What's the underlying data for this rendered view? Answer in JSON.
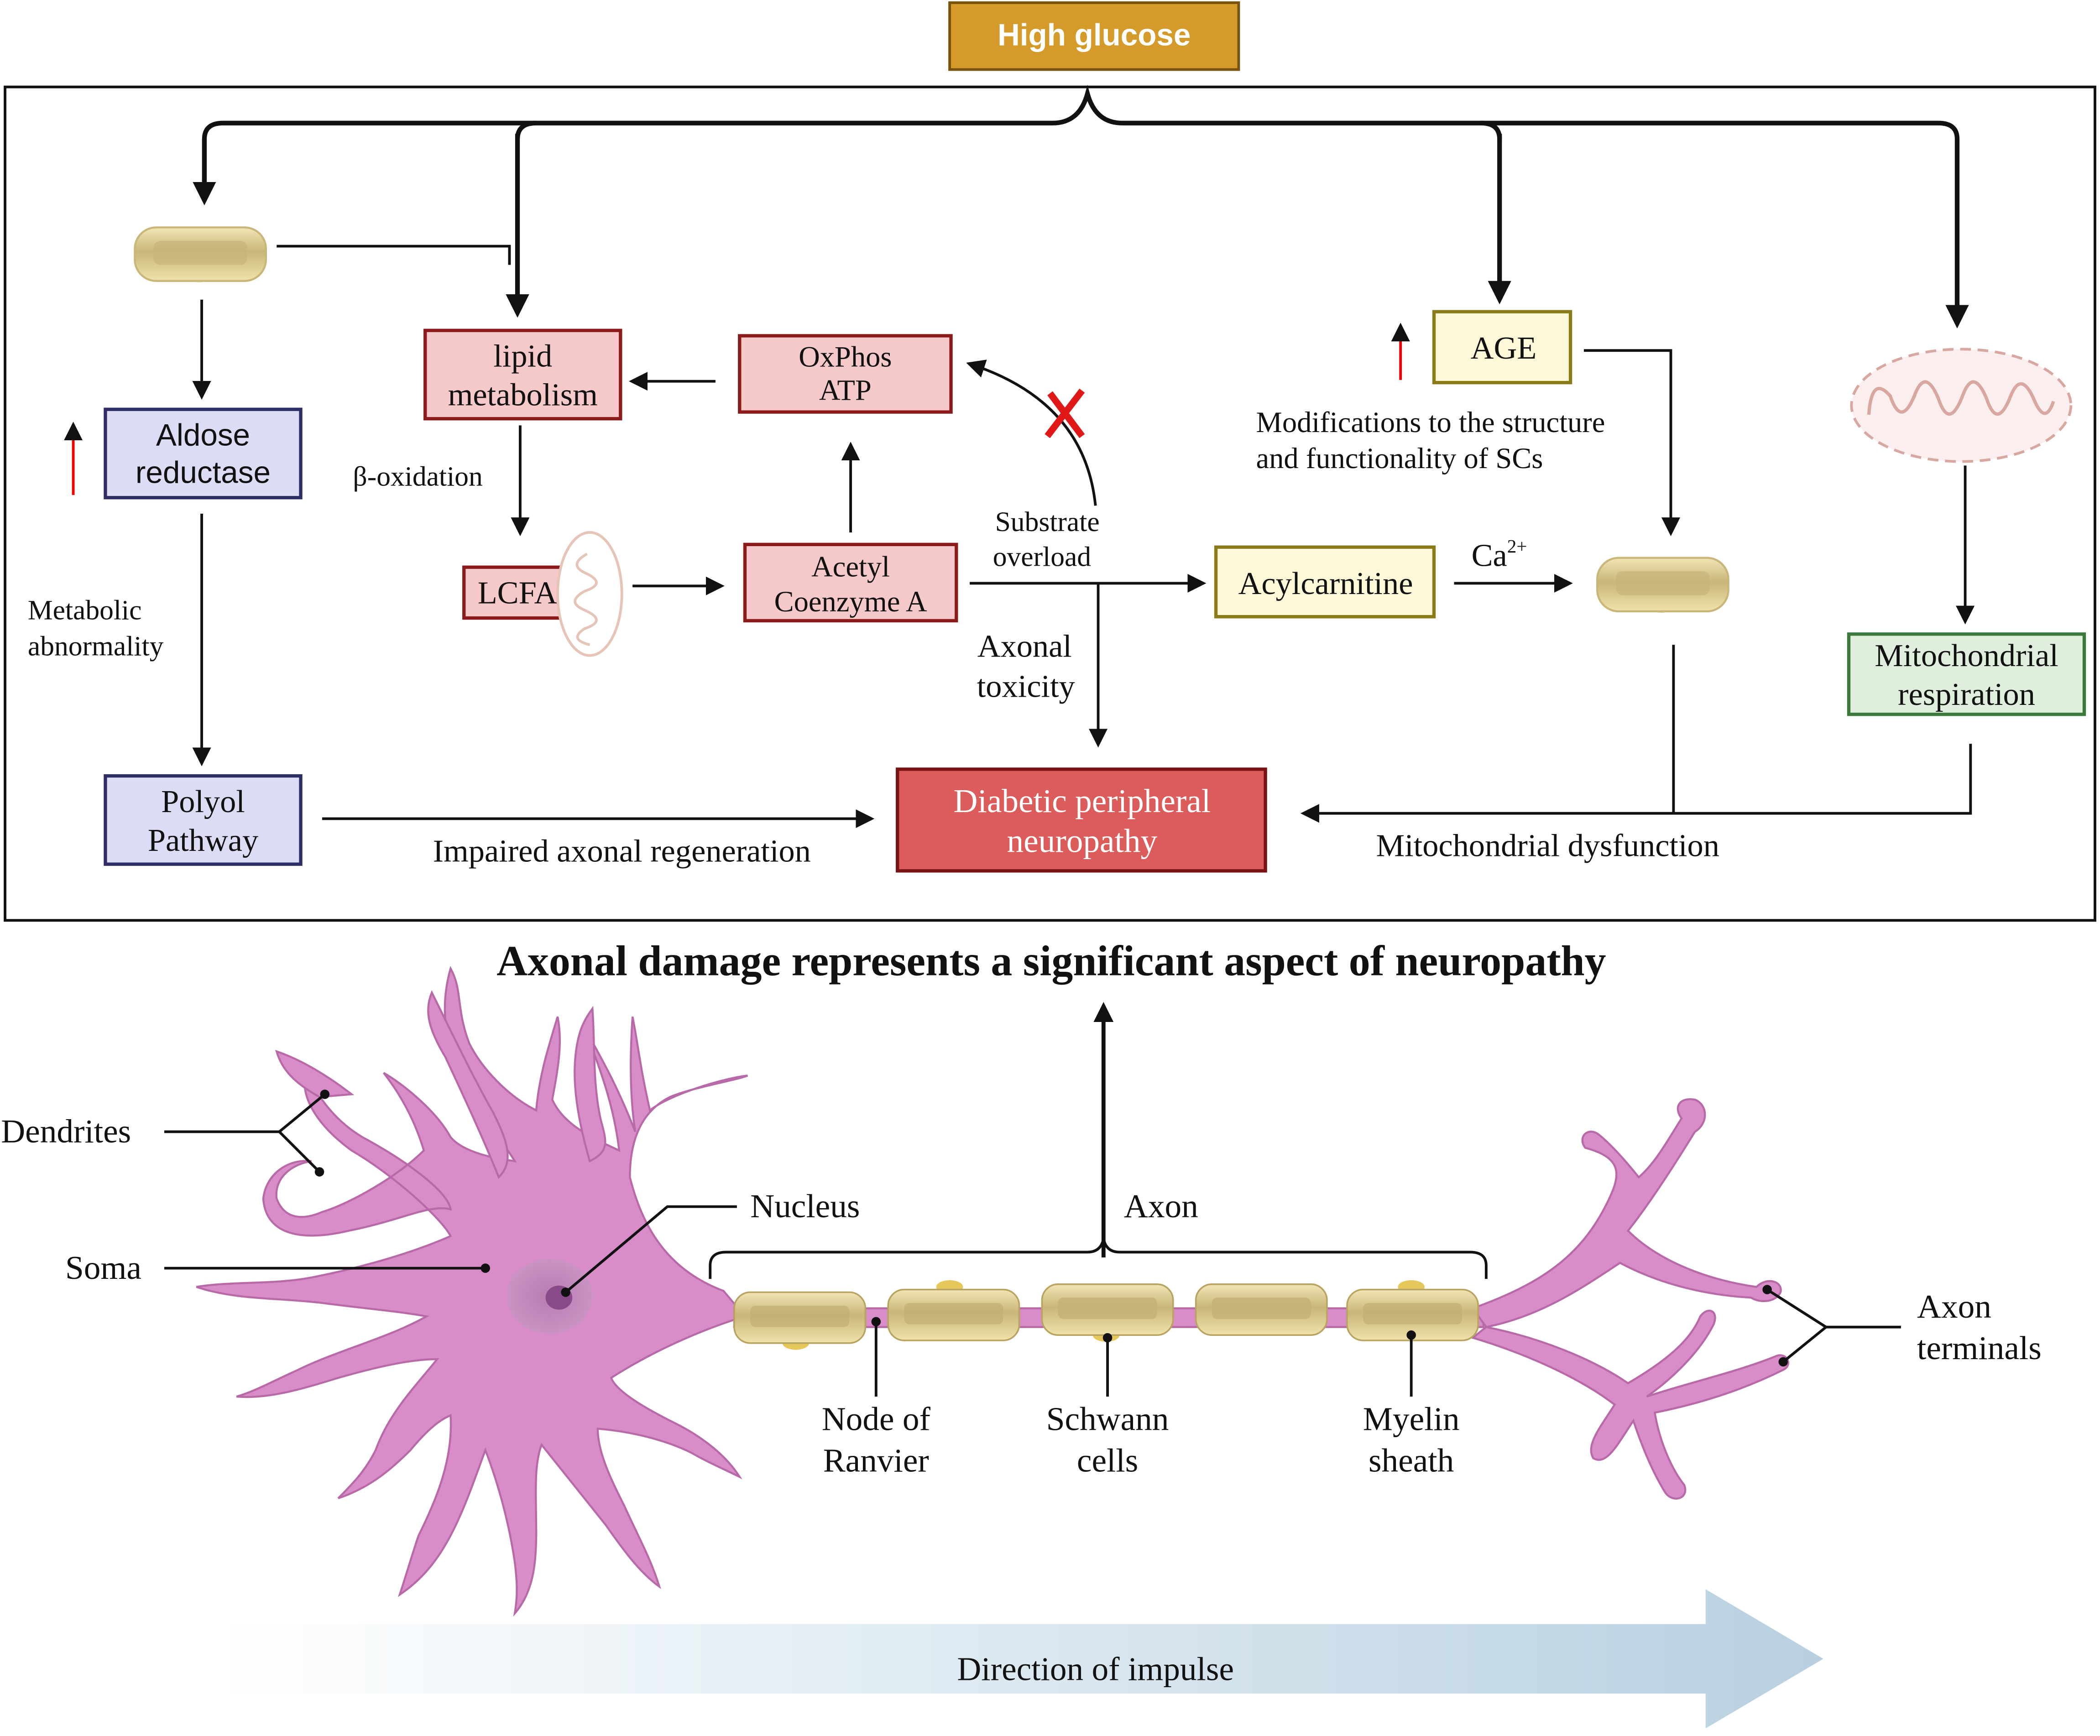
{
  "top": {
    "high_glucose": "High glucose",
    "aldose_reductase": [
      "Aldose",
      "reductase"
    ],
    "polyol_pathway": [
      "Polyol",
      "Pathway"
    ],
    "lipid_metabolism": [
      "lipid",
      "metabolism"
    ],
    "oxphos": [
      "OxPhos",
      "ATP"
    ],
    "lcfa": "LCFA",
    "acetyl_coa": [
      "Acetyl",
      "Coenzyme A"
    ],
    "acylcarnitine": "Acylcarnitine",
    "age": "AGE",
    "mito_resp": [
      "Mitochondrial",
      "respiration"
    ],
    "dpn": [
      "Diabetic peripheral",
      "neuropathy"
    ],
    "beta_oxidation": "β-oxidation",
    "metabolic_abnormality": [
      "Metabolic",
      "abnormality"
    ],
    "substrate_overload": [
      "Substrate",
      "overload"
    ],
    "axonal_toxicity": [
      "Axonal",
      "toxicity"
    ],
    "ca2": "Ca",
    "ca2_sup": "2+",
    "modifications": [
      "Modifications to the structure",
      "and functionality of SCs"
    ],
    "impaired_regen": "Impaired axonal regeneration",
    "mito_dysfunction": "Mitochondrial dysfunction"
  },
  "headline": "Axonal damage represents a significant aspect of neuropathy",
  "neuron": {
    "dendrites": "Dendrites",
    "soma": "Soma",
    "nucleus": "Nucleus",
    "axon": "Axon",
    "node_of_ranvier": [
      "Node of",
      "Ranvier"
    ],
    "schwann_cells": [
      "Schwann",
      "cells"
    ],
    "myelin_sheath": [
      "Myelin",
      "sheath"
    ],
    "axon_terminals": [
      "Axon",
      "terminals"
    ],
    "direction": "Direction of impulse"
  },
  "colors": {
    "high_glucose": "#d49a2a",
    "red_box": "#f5c9c9",
    "red_border": "#8b1a1a",
    "purple_box": "#dcdcf5",
    "purple_border": "#2e2e66",
    "yellow_box": "#fdf8d8",
    "yellow_border": "#8a7a18",
    "green_box": "#dfeedd",
    "green_border": "#3c7a3c",
    "dpn_box": "#dc5c5c",
    "neuron": "#d88dc8",
    "myelin": "#d8c98a",
    "arrow_blue": "#c8dce8"
  }
}
